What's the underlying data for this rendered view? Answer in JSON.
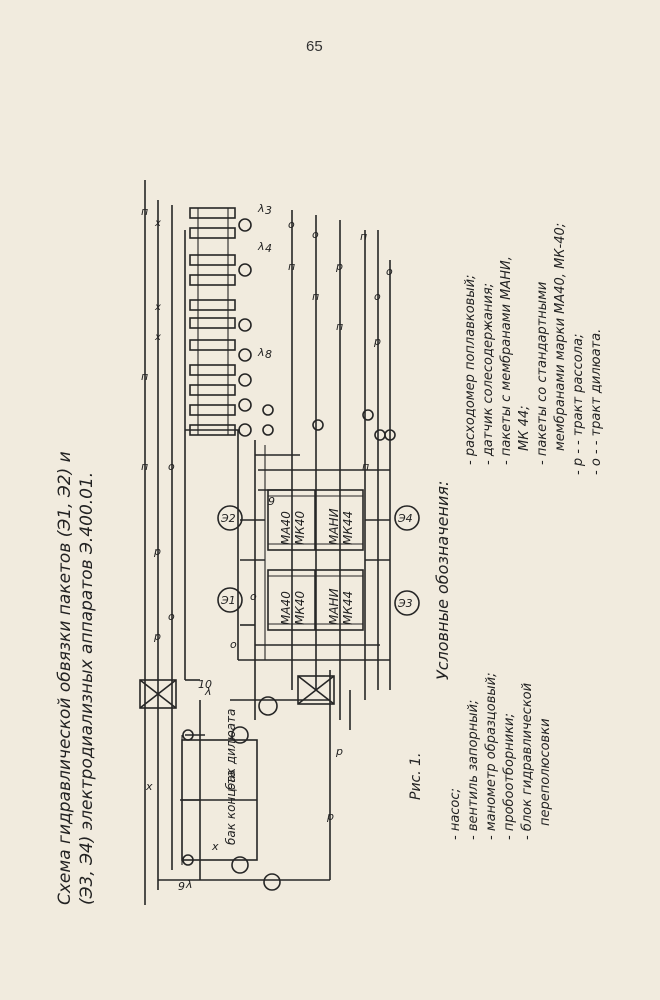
{
  "page_number": "65",
  "title_line1": "Схема гидравлической обвязки пакетов (Э1, Э2) и",
  "title_line2": "(Э3, Э4) электродиализных аппаратов Э.400.01.",
  "figure_caption": "Рис. 1.",
  "legend_heading": "Условные обозначения:",
  "legend_left": [
    {
      "icon": "pump-icon",
      "text": "- насос;"
    },
    {
      "icon": "valve-icon",
      "text": "- вентиль запорный;"
    },
    {
      "icon": "manometer-icon",
      "text": "- манометр образцовый;"
    },
    {
      "icon": "sampler-icon",
      "text": "- пробоотборники;"
    },
    {
      "icon": "switch-block-icon",
      "text": "- блок гидравлической"
    },
    {
      "icon": "",
      "text": "переполюсовки"
    }
  ],
  "legend_right": [
    {
      "icon": "flowmeter-icon",
      "text": "- расходомер поплавковый;"
    },
    {
      "icon": "salinity-sensor-icon",
      "text": "- датчик солесодержания;"
    },
    {
      "icon": "package-mann-icon",
      "text": "- пакеты с мембранами МАНИ,"
    },
    {
      "icon": "",
      "text": "МК 44;"
    },
    {
      "icon": "package-std-icon",
      "text": "- пакеты со стандартными"
    },
    {
      "icon": "",
      "text": "мембранами марки МА40, МК-40;"
    },
    {
      "icon": "brine-line-icon",
      "text": "- р - - тракт рассола;"
    },
    {
      "icon": "dilute-line-icon",
      "text": "- о - - тракт дилюата."
    }
  ],
  "diagram": {
    "tanks": [
      {
        "label": "бак конц-та"
      },
      {
        "label": "бак дилюата"
      }
    ],
    "apparatus": [
      {
        "id": "Э1",
        "top": "МА40",
        "top2": "МК40",
        "bottom": "МАНИ",
        "bottom2": "МК44"
      },
      {
        "id": "Э2",
        "top": "МА40",
        "top2": "МК40",
        "bottom": "МАНИ",
        "bottom2": "МК44"
      },
      {
        "id": "Э3"
      },
      {
        "id": "Э4"
      }
    ],
    "sample_points": [
      "3",
      "4",
      "8",
      "9",
      "10"
    ],
    "line_labels": {
      "permeate": "п",
      "brine": "р",
      "dilute": "о"
    }
  }
}
